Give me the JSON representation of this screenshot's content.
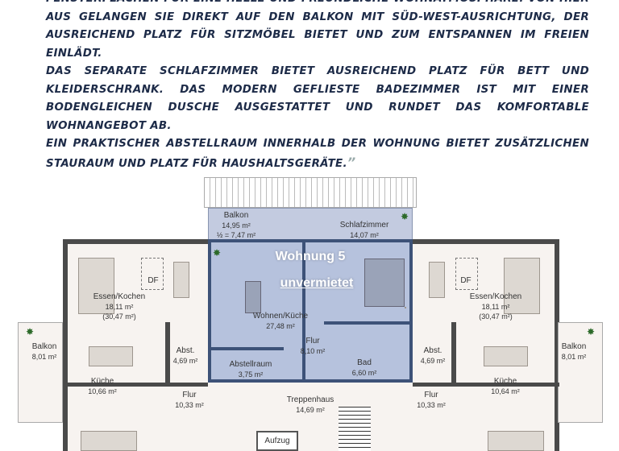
{
  "description": {
    "lines_para1": "FENSTERFLÄCHEN FÜR EINE HELLE UND FREUNDLICHE WOHNATMOSPHÄRE. VON HIER AUS GELANGEN SIE DIREKT AUF DEN BALKON MIT SÜD-WEST-AUSRICHTUNG, DER AUSREICHEND PLATZ FÜR SITZMÖBEL BIETET UND ZUM ENTSPANNEN IM FREIEN EINLÄDT.",
    "para2": "DAS SEPARATE SCHLAFZIMMER BIETET AUSREICHEND PLATZ FÜR BETT UND KLEIDERSCHRANK. DAS MODERN GEFLIESTE BADEZIMMER IST MIT EINER BODENGLEICHEN DUSCHE AUSGESTATTET UND RUNDET DAS KOMFORTABLE WOHNANGEBOT AB.",
    "para3": "EIN PRAKTISCHER ABSTELLRAUM INNERHALB DER WOHNUNG BIETET ZUSÄTZLICHEN STAURAUM UND PLATZ FÜR HAUSHALTSGERÄTE.",
    "close_quote": "”"
  },
  "overlay": {
    "title": "Wohnung 5",
    "status": "unvermietet"
  },
  "colors": {
    "highlight": "#b6c2dd",
    "highlight_border": "#3d5278",
    "text": "#1d2b48"
  },
  "rooms": {
    "balkon_center": {
      "name": "Balkon",
      "area": "14,95 m²",
      "half": "½ = 7,47 m²"
    },
    "schlafzimmer": {
      "name": "Schlafzimmer",
      "area": "14,07 m²"
    },
    "wohnen": {
      "name": "Wohnen/Küche",
      "area": "27,48 m²"
    },
    "flur_center": {
      "name": "Flur",
      "area": "8,10 m²"
    },
    "abstellraum": {
      "name": "Abstellraum",
      "area": "3,75 m²"
    },
    "bad": {
      "name": "Bad",
      "area": "6,60 m²"
    },
    "treppenhaus": {
      "name": "Treppenhaus",
      "area": "14,69 m²"
    },
    "aufzug": {
      "name": "Aufzug"
    },
    "left_essen": {
      "name": "Essen/Kochen",
      "area": "18,11 m²",
      "total": "(30,47 m²)"
    },
    "left_df": {
      "name": "DF"
    },
    "left_balkon": {
      "name": "Balkon",
      "area": "8,01 m²"
    },
    "left_abst": {
      "name": "Abst.",
      "area": "4,69 m²"
    },
    "left_kueche": {
      "name": "Küche",
      "area": "10,66 m²"
    },
    "left_flur": {
      "name": "Flur",
      "area": "10,33 m²"
    },
    "right_essen": {
      "name": "Essen/Kochen",
      "area": "18,11 m²",
      "total": "(30,47 m²)"
    },
    "right_df": {
      "name": "DF"
    },
    "right_balkon": {
      "name": "Balkon",
      "area": "8,01 m²"
    },
    "right_abst": {
      "name": "Abst.",
      "area": "4,69 m²"
    },
    "right_kueche": {
      "name": "Küche",
      "area": "10,64 m²"
    },
    "right_flur": {
      "name": "Flur",
      "area": "10,33 m²"
    }
  }
}
